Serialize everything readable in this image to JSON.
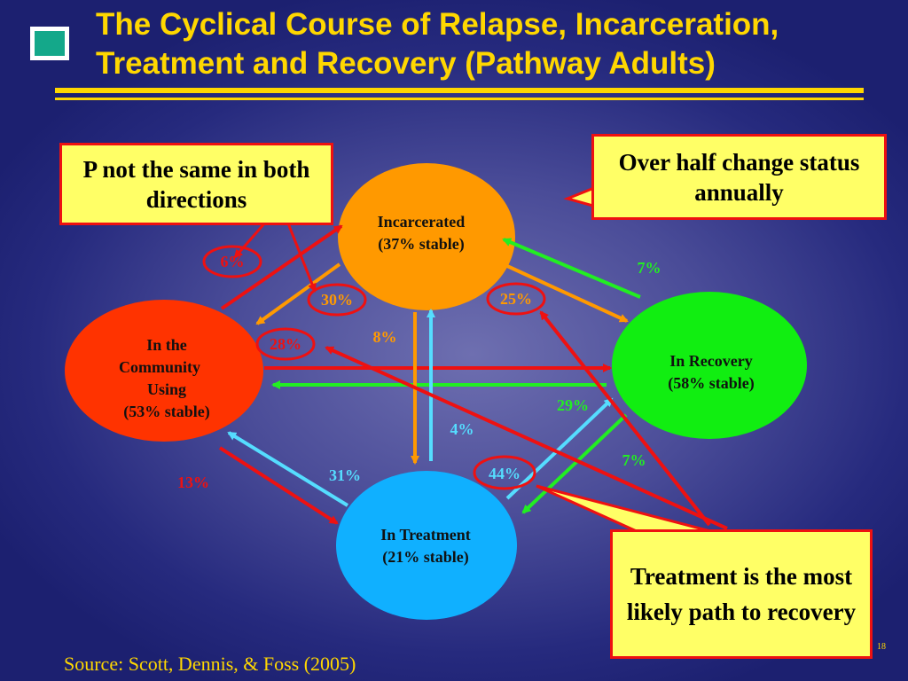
{
  "title": "The Cyclical Course of Relapse, Incarceration, Treatment and Recovery (Pathway Adults)",
  "nodes": {
    "incarcerated": {
      "line1": "Incarcerated",
      "line2": "(37% stable)",
      "color": "#ff9900"
    },
    "community": {
      "line1": "In the",
      "line2": "Community",
      "line3": "Using",
      "line4": "(53% stable)",
      "color": "#ff3300"
    },
    "recovery": {
      "line1": "In Recovery",
      "line2": "(58% stable)",
      "color": "#11ee11"
    },
    "treatment": {
      "line1": "In Treatment",
      "line2": "(21% stable)",
      "color": "#10b0ff"
    }
  },
  "edges": {
    "community_to_incarcerated": "6%",
    "incarcerated_to_community": "30%",
    "incarcerated_to_recovery": "25%",
    "recovery_to_incarcerated": "7%",
    "recovery_to_community": "28%",
    "incarcerated_to_treatment": "8%",
    "treatment_to_incarcerated": "4%",
    "treatment_to_recovery": "44%",
    "recovery_to_treatment": "7%",
    "community_to_recovery": "29%",
    "treatment_to_community": "31%",
    "community_to_treatment": "13%"
  },
  "callouts": {
    "p_not_same": "P not the same in both directions",
    "over_half": "Over half change status annually",
    "treatment_likely": "Treatment is the most likely path to recovery"
  },
  "source": "Source: Scott, Dennis, & Foss (2005)",
  "page_number": "18",
  "colors": {
    "title": "#ffd700",
    "callout_fill": "#ffff66",
    "callout_border": "#ee1111",
    "orange_arrow": "#ff9900",
    "red_arrow": "#ee1111",
    "green_arrow": "#22ee22",
    "cyan_arrow": "#55ddff"
  }
}
